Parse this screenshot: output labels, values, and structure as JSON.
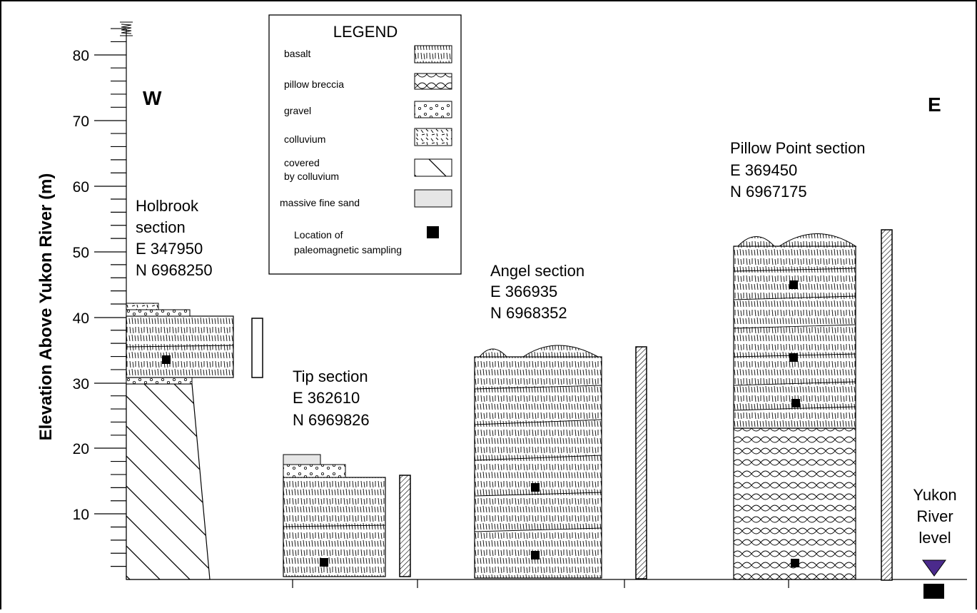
{
  "axis": {
    "ylabel": "Elevation Above Yukon River (m)",
    "ticks": [
      "80",
      "70",
      "60",
      "50",
      "40",
      "30",
      "20",
      "10"
    ]
  },
  "directions": {
    "west": "W",
    "east": "E"
  },
  "legend": {
    "title": "LEGEND",
    "items": [
      "basalt",
      "pillow breccia",
      "gravel",
      "colluvium",
      "covered",
      "by colluvium",
      "massive fine sand"
    ],
    "sampling": [
      "Location of",
      "paleomagnetic sampling"
    ]
  },
  "sections": {
    "holbrook": [
      "Holbrook",
      "section",
      "E 347950",
      "N 6968250"
    ],
    "tip": [
      "Tip section",
      "E 362610",
      "N 6969826"
    ],
    "angel": [
      "Angel section",
      "E 366935",
      "N 6968352"
    ],
    "pillow": [
      "Pillow Point section",
      "E 369450",
      "N 6967175"
    ]
  },
  "river": [
    "Yukon",
    "River",
    "level"
  ],
  "colors": {
    "river_marker": "#4b2a8c",
    "sand": "#e6e6e6"
  }
}
